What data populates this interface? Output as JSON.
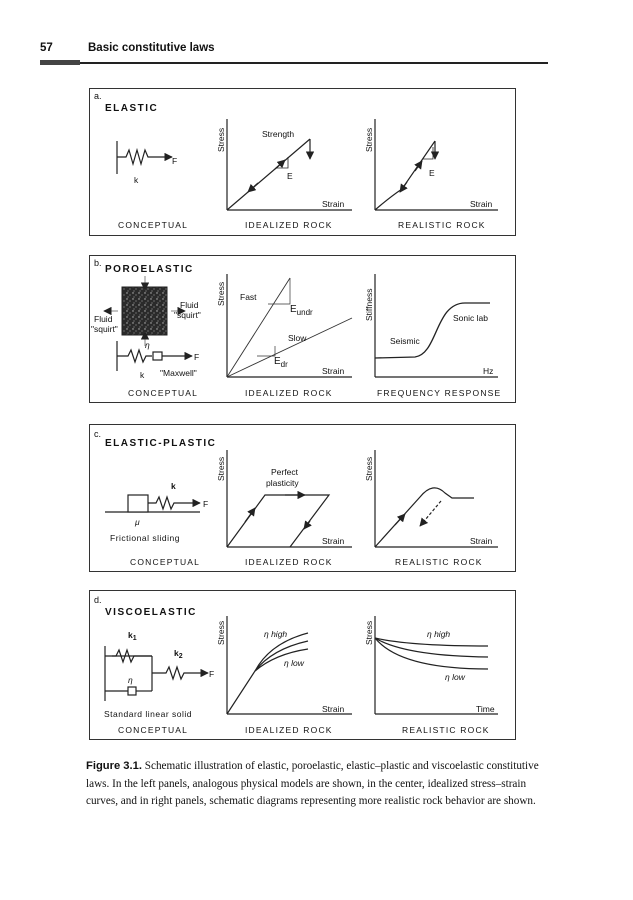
{
  "header": {
    "page_number": "57",
    "title": "Basic constitutive laws"
  },
  "panels": {
    "a": {
      "index": "a.",
      "title": "ELASTIC",
      "model": {
        "force": "F",
        "spring": "k"
      },
      "idealized": {
        "ylabel": "Stress",
        "xlabel": "Strain",
        "strength": "Strength",
        "modulus": "E"
      },
      "realistic": {
        "ylabel": "Stress",
        "xlabel": "Strain",
        "modulus": "E"
      },
      "footers": [
        "CONCEPTUAL",
        "IDEALIZED ROCK",
        "REALISTIC ROCK"
      ]
    },
    "b": {
      "index": "b.",
      "title": "POROELASTIC",
      "model": {
        "fluid_left": "Fluid",
        "squirt_left": "\"squirt\"",
        "fluid_right": "Fluid",
        "squirt_right": "\"squirt\"",
        "eta": "η",
        "force": "F",
        "spring": "k",
        "maxwell": "\"Maxwell\""
      },
      "idealized": {
        "ylabel": "Stress",
        "xlabel": "Strain",
        "fast": "Fast",
        "slow": "Slow",
        "eundr_main": "E",
        "eundr_sub": "undr",
        "edr_main": "E",
        "edr_sub": "dr"
      },
      "realistic": {
        "ylabel": "Stiffness",
        "xlabel": "Hz",
        "seismic": "Seismic",
        "sonic": "Sonic lab"
      },
      "footers": [
        "CONCEPTUAL",
        "IDEALIZED ROCK",
        "FREQUENCY RESPONSE"
      ]
    },
    "c": {
      "index": "c.",
      "title": "ELASTIC-PLASTIC",
      "model": {
        "spring": "k",
        "force": "F",
        "friction": "μ",
        "caption": "Frictional sliding"
      },
      "idealized": {
        "ylabel": "Stress",
        "xlabel": "Strain",
        "perfect": "Perfect",
        "plasticity": "plasticity"
      },
      "realistic": {
        "ylabel": "Stress",
        "xlabel": "Strain"
      },
      "footers": [
        "CONCEPTUAL",
        "IDEALIZED ROCK",
        "REALISTIC ROCK"
      ]
    },
    "d": {
      "index": "d.",
      "title": "VISCOELASTIC",
      "model": {
        "k1_main": "k",
        "k1_sub": "1",
        "k2_main": "k",
        "k2_sub": "2",
        "eta": "η",
        "force": "F",
        "caption": "Standard linear solid"
      },
      "idealized": {
        "ylabel": "Stress",
        "xlabel": "Strain",
        "eta_high": "η  high",
        "eta_low": "η  low"
      },
      "realistic": {
        "ylabel": "Stress",
        "xlabel": "Time",
        "eta_high": "η  high",
        "eta_low": "η  low"
      },
      "footers": [
        "CONCEPTUAL",
        "IDEALIZED ROCK",
        "REALISTIC ROCK"
      ]
    }
  },
  "caption": {
    "label": "Figure 3.1.",
    "text": "Schematic illustration of elastic, poroelastic, elastic–plastic and viscoelastic constitutive laws. In the left panels, analogous physical models are shown, in the center, idealized stress–strain curves, and in right panels, schematic diagrams representing more realistic rock behavior are shown."
  }
}
